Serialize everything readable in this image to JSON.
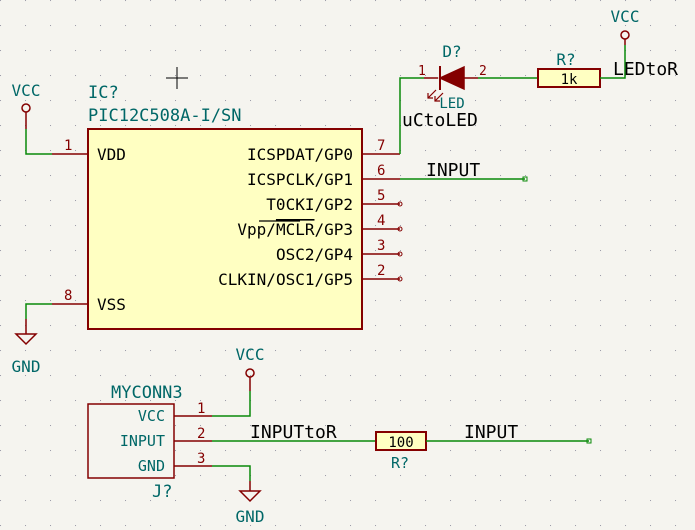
{
  "colors": {
    "background": "#f5f4ef",
    "grid": "#9a9aa8",
    "wire": "#0a8a0a",
    "component_outline": "#840000",
    "component_fill": "#ffffc2",
    "pin_label": "#000000",
    "pin_number": "#840000",
    "ref_designator": "#006767",
    "net_label": "#000000",
    "power_symbol": "#840000",
    "power_label": "#006767",
    "led_fill": "#840000"
  },
  "ic": {
    "reference": "IC?",
    "value": "PIC12C508A-I/SN",
    "pins_left": [
      {
        "number": "1",
        "name": "VDD"
      },
      {
        "number": "8",
        "name": "VSS"
      }
    ],
    "pins_right": [
      {
        "number": "7",
        "name": "ICSPDAT/GP0"
      },
      {
        "number": "6",
        "name": "ICSPCLK/GP1"
      },
      {
        "number": "5",
        "name": "T0CKI/GP2"
      },
      {
        "number": "4",
        "name_prefix": "Vpp/",
        "name_over": "MCLR",
        "name_suffix": "/GP3"
      },
      {
        "number": "3",
        "name": "OSC2/GP4"
      },
      {
        "number": "2",
        "name": "CLKIN/OSC1/GP5"
      }
    ]
  },
  "led": {
    "reference": "D?",
    "value": "LED",
    "pin1": "1",
    "pin2": "2"
  },
  "resistor_led": {
    "reference": "R?",
    "value": "1k"
  },
  "resistor_input": {
    "reference": "R?",
    "value": "100"
  },
  "connector": {
    "reference": "J?",
    "value": "MYCONN3",
    "pins": [
      {
        "number": "1",
        "name": "VCC"
      },
      {
        "number": "2",
        "name": "INPUT"
      },
      {
        "number": "3",
        "name": "GND"
      }
    ]
  },
  "power": {
    "vcc": "VCC",
    "gnd": "GND"
  },
  "net_labels": {
    "led_to_r": "LEDtoR",
    "uc_to_led": "uCtoLED",
    "input_top": "INPUT",
    "input_to_r": "INPUTtoR",
    "input_bottom": "INPUT"
  }
}
